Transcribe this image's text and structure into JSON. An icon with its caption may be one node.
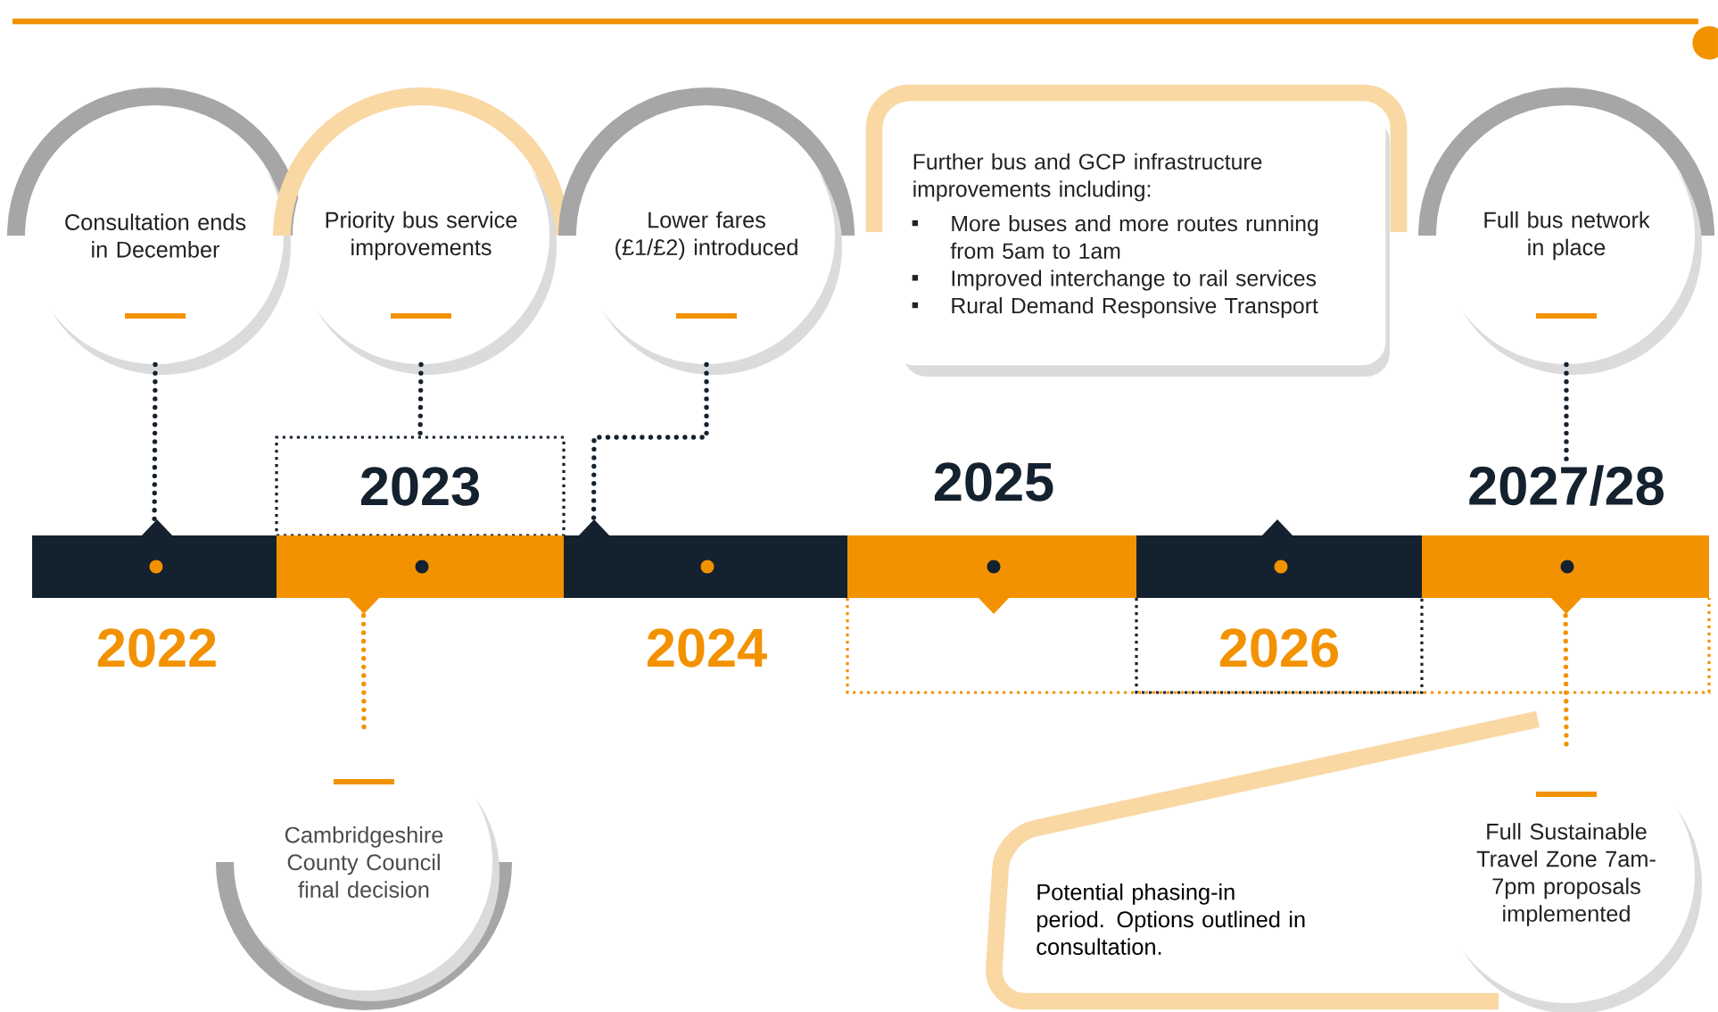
{
  "diagram": {
    "nodes": [
      {
        "text": [
          "Consultation ends in December"
        ]
      },
      {
        "text": [
          "Priority bus service improvements"
        ]
      },
      {
        "text": [
          "Lower fares (£1/£2) introduced"
        ]
      },
      {
        "text": [
          "Further bus and GCP infrastructure improvements including:",
          "More buses and more routes running from 5am to 1am",
          "Improved interchange to rail services",
          "Rural Demand Responsive Transport"
        ]
      },
      {
        "text": [
          "Full bus network in place"
        ]
      },
      {
        "text": [
          "2023"
        ]
      },
      {
        "text": [
          "2027/28"
        ]
      },
      {
        "text": [],
        "shape": "bar"
      },
      {
        "text": [],
        "shape": "bar"
      },
      {
        "text": [],
        "shape": "bar"
      },
      {
        "text": [],
        "shape": "bar"
      },
      {
        "text": [],
        "shape": "bar"
      },
      {
        "text": [],
        "shape": "bar"
      },
      {
        "text": [
          "Cambridgeshire County Council final decision"
        ]
      },
      {
        "text": [
          "Potential phasing-in period. Options outlined in consultation."
        ]
      },
      {
        "text": [
          "Full Sustainable Travel Zone 7am-7pm proposals implemented"
        ]
      }
    ],
    "edges": [
      {
        "from": 0,
        "to": 7,
        "arrow": "none"
      },
      {
        "from": 1,
        "to": 5,
        "arrow": "none"
      },
      {
        "from": 2,
        "to": 9,
        "arrow": "none"
      },
      {
        "from": 4,
        "to": 6,
        "arrow": "none"
      },
      {
        "from": 8,
        "to": 13,
        "arrow": "none",
        "color": "#f39200"
      },
      {
        "from": 12,
        "to": 15,
        "arrow": "none",
        "color": "#f39200"
      }
    ],
    "labels": [
      "2025",
      "2022",
      "2024",
      "2026"
    ]
  }
}
